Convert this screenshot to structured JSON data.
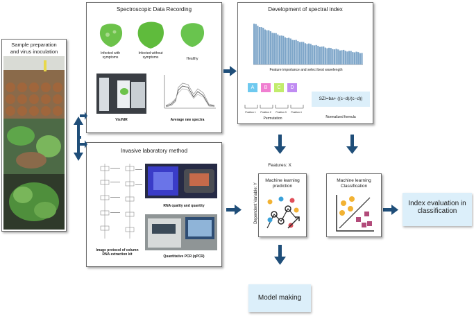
{
  "sample": {
    "title_line1": "Sample preparation",
    "title_line2": "and virus inoculation"
  },
  "spectro": {
    "title": "Spectroscopic Data Recording",
    "leaf1": "Infected with symptoms",
    "leaf2": "Infected without symptoms",
    "leaf3": "Healthy",
    "visnir": "Vis/NIR",
    "avg_spectra": "Average raw spectra"
  },
  "index": {
    "title": "Development of spectral index",
    "feature_caption": "Feature importance and select best wavelength",
    "letters": [
      "A",
      "B",
      "C",
      "D"
    ],
    "letter_colors": [
      "#6ec9ef",
      "#f07fd1",
      "#c2ec6c",
      "#c08cf2"
    ],
    "positions": [
      "Position 1",
      "Position 2",
      "Position 3",
      "Position 4"
    ],
    "permutation": "Permutation",
    "formula": "SZI=ba+ ((c−d)/(c−d))",
    "normalized": "Normalized formula"
  },
  "invasive": {
    "title": "Invasive laboratory method",
    "rna": "RNA quality and quantity",
    "protocol_line1": "Image protocol of column",
    "protocol_line2": "RNA extraction kit",
    "qpcr": "Quantitative PCR (qPCR)"
  },
  "ml_pred": {
    "features": "Features: X",
    "ylabel": "Dependent Variable: Y",
    "title_line1": "Machine learning",
    "title_line2": "prediction"
  },
  "ml_class": {
    "title_line1": "Machine learning",
    "title_line2": "Classification"
  },
  "eval": {
    "line1": "Index evaluation in",
    "line2": "classification"
  },
  "model": {
    "label": "Model making"
  },
  "colors": {
    "arrow": "#1f4e79",
    "callout": "#dceffa",
    "bars": "#7ea6c9"
  }
}
